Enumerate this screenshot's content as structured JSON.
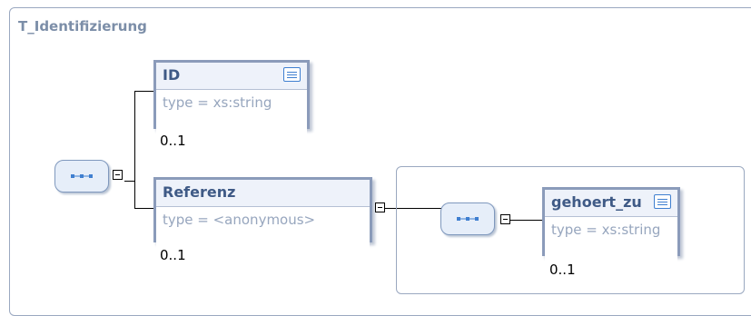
{
  "diagram": {
    "title": "T_Identifizierung",
    "elements": [
      {
        "name": "ID",
        "type": "type = xs:string",
        "cardinality": "0..1",
        "has_doc_icon": true
      },
      {
        "name": "Referenz",
        "type": "type = <anonymous>",
        "cardinality": "0..1",
        "has_doc_icon": false
      },
      {
        "name": "gehoert_zu",
        "type": "type = xs:string",
        "cardinality": "0..1",
        "has_doc_icon": true
      }
    ]
  },
  "colors": {
    "element_border": "#8b9bba",
    "element_name": "#3f5a86",
    "type_text": "#97a6be",
    "title_text": "#7c8ea8",
    "doc_icon": "#3f7fd0",
    "sequence_fill": "#e6eef9"
  },
  "icons": {
    "sequence": "sequence-icon",
    "collapse": "collapse-minus-icon",
    "documentation": "documentation-icon"
  }
}
